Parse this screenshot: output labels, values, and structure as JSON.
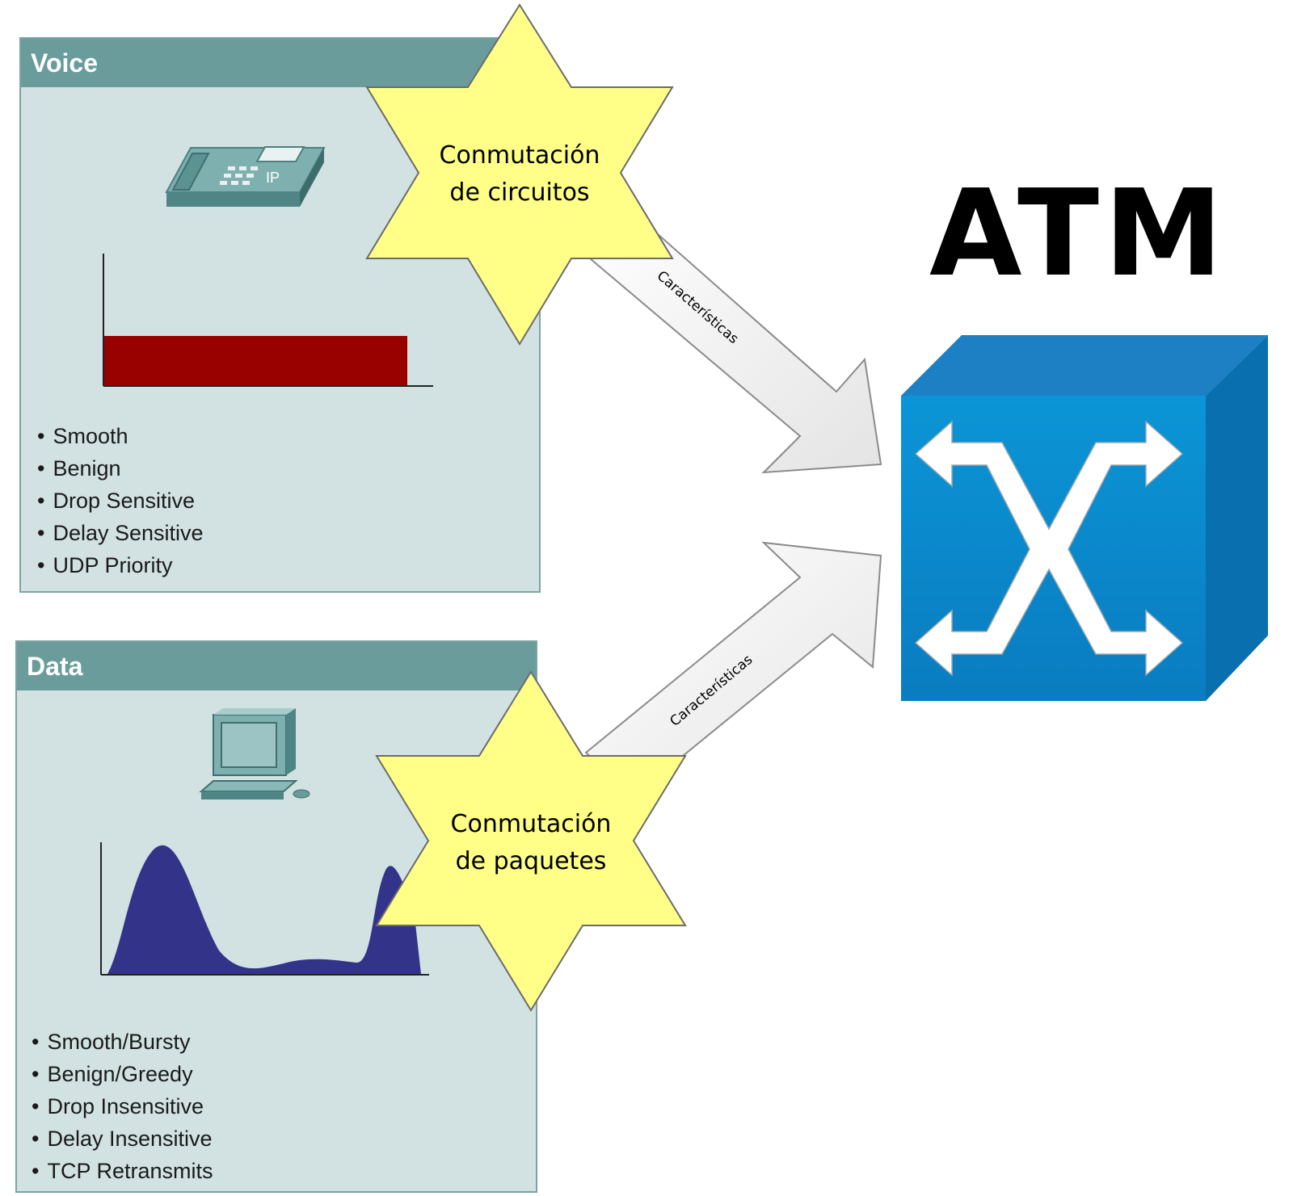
{
  "voice": {
    "title": "Voice",
    "bullets": [
      "Smooth",
      "Benign",
      "Drop Sensitive",
      "Delay Sensitive",
      "UDP Priority"
    ]
  },
  "data": {
    "title": "Data",
    "bullets": [
      "Smooth/Bursty",
      "Benign/Greedy",
      "Drop Insensitive",
      "Delay Insensitive",
      "TCP Retransmits"
    ]
  },
  "stars": {
    "circuit": {
      "line1": "Conmutación",
      "line2": "de circuitos"
    },
    "packet": {
      "line1": "Conmutación",
      "line2": "de paquetes"
    }
  },
  "arrows": {
    "top_label": "Características",
    "bottom_label": "Características"
  },
  "atm": {
    "title": "ATM"
  },
  "colors": {
    "panel_header": "#6a9c9c",
    "panel_body": "#d2e1e2",
    "voice_bar": "#990000",
    "data_wave": "#33338a",
    "star": "#ffff88",
    "switch_front": "#0b87c9",
    "switch_side": "#0a6fae",
    "switch_top": "#1d7fc4"
  },
  "icons": {
    "voice": "ip-phone-icon",
    "data": "workstation-icon",
    "switch": "atm-switch-icon"
  }
}
